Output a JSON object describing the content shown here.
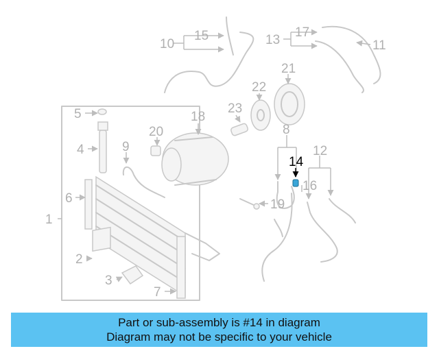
{
  "callouts": {
    "c1": "1",
    "c2": "2",
    "c3": "3",
    "c4": "4",
    "c5": "5",
    "c6": "6",
    "c7": "7",
    "c8": "8",
    "c9": "9",
    "c10": "10",
    "c11": "11",
    "c12": "12",
    "c13": "13",
    "c14": "14",
    "c15": "15",
    "c16": "16",
    "c17": "17",
    "c18": "18",
    "c19": "19",
    "c20": "20",
    "c21": "21",
    "c22": "22",
    "c23": "23"
  },
  "highlighted_part": "14",
  "banner": {
    "line1": "Part or sub-assembly is #14 in diagram",
    "line2": "Diagram may not be specific to your vehicle",
    "color": "#5bc2f2"
  }
}
